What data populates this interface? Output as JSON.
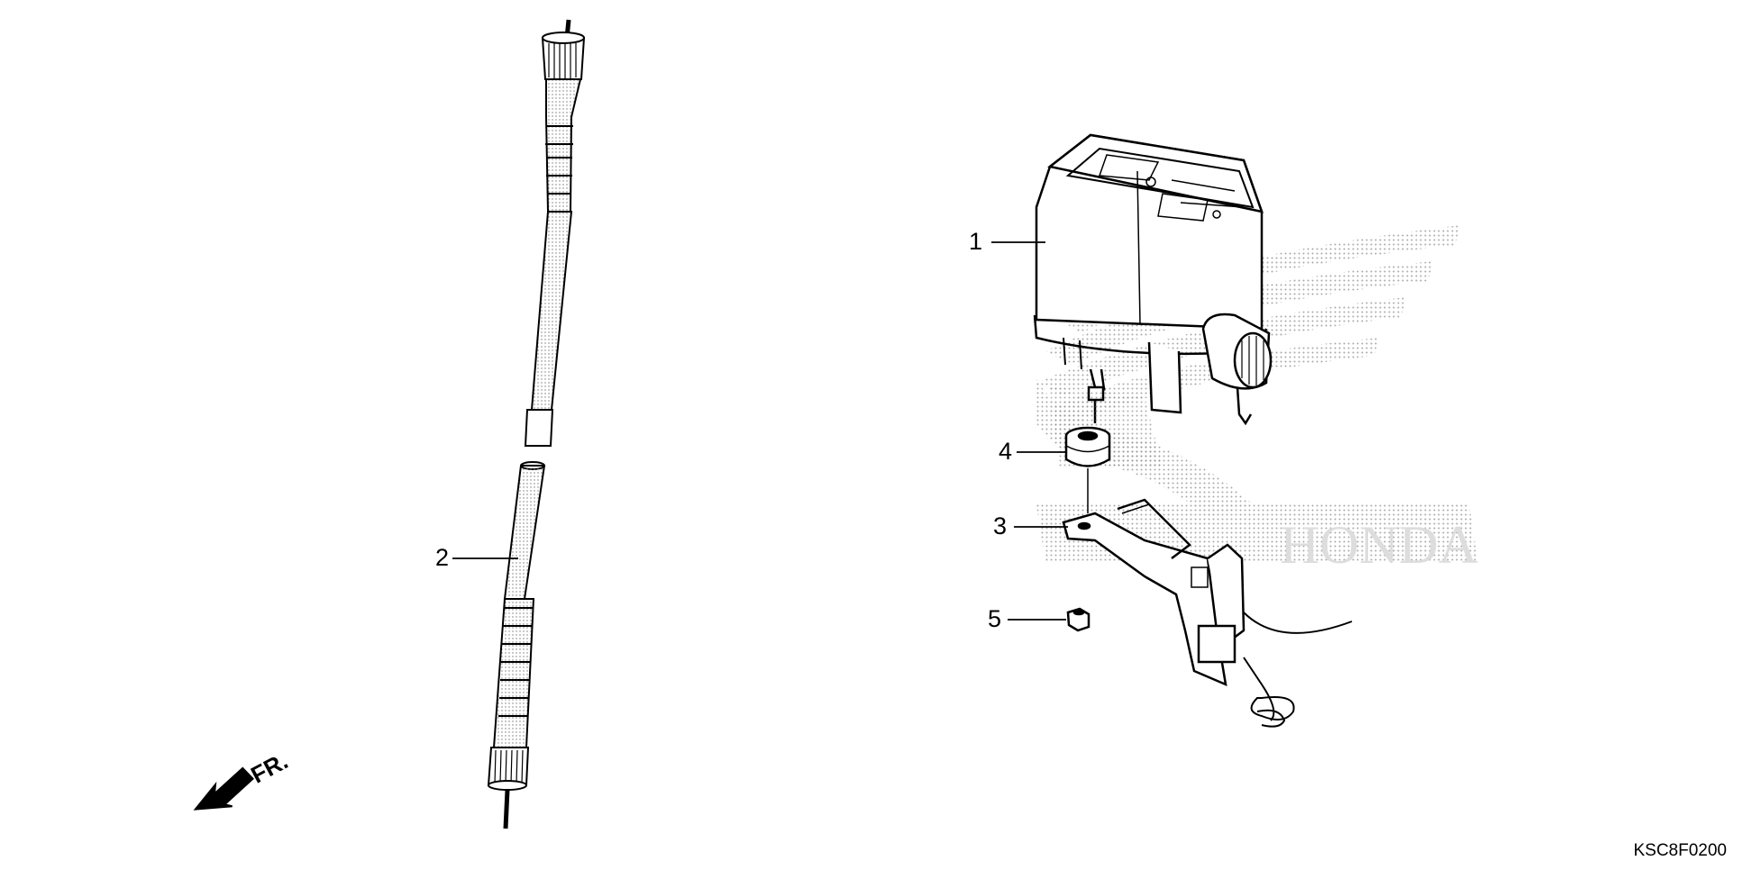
{
  "diagram": {
    "callouts": [
      {
        "number": "1",
        "part": "meter-assembly"
      },
      {
        "number": "2",
        "part": "speedometer-cable"
      },
      {
        "number": "3",
        "part": "meter-bracket"
      },
      {
        "number": "4",
        "part": "rubber-mount"
      },
      {
        "number": "5",
        "part": "nut"
      }
    ],
    "direction_label": "FR.",
    "watermark_text": "HONDA",
    "diagram_code": "KSC8F0200"
  },
  "colors": {
    "line": "#000000",
    "background": "#ffffff",
    "stipple": "#9a9a9a"
  }
}
